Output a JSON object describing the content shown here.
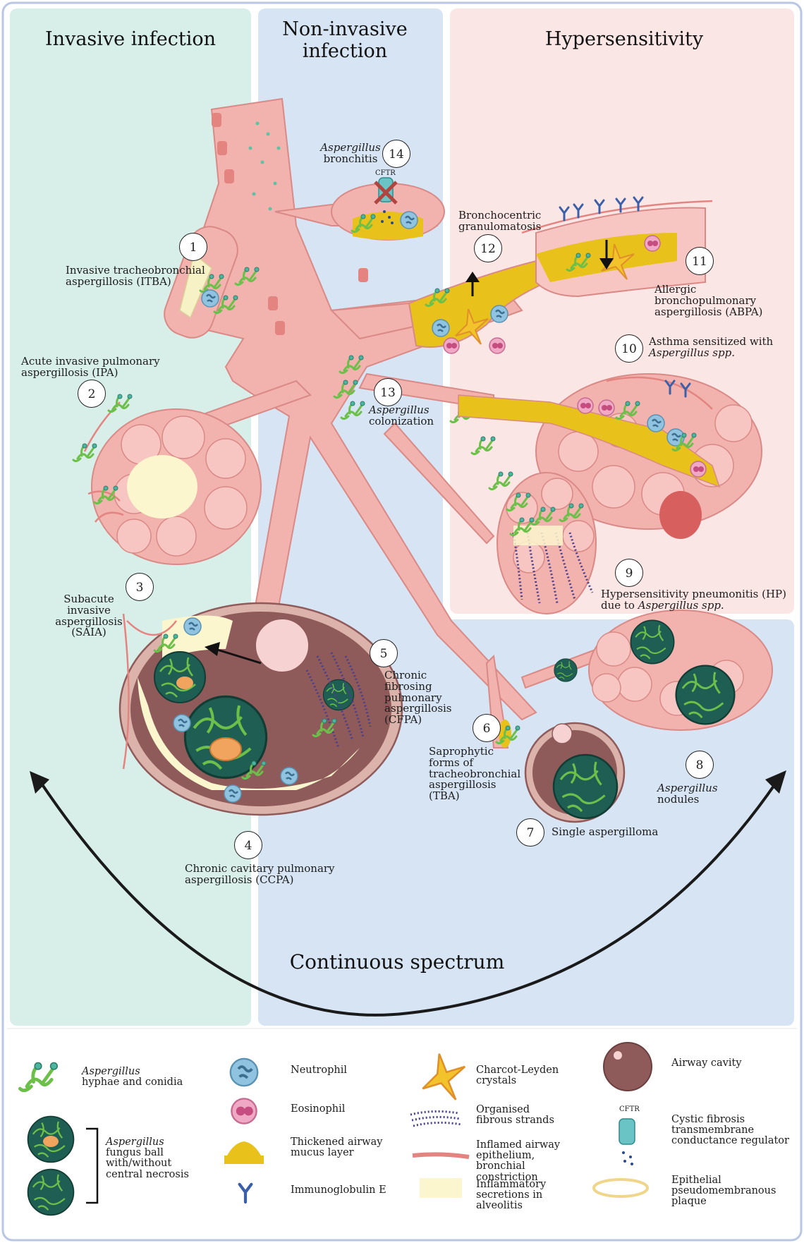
{
  "headers": {
    "invasive": "Invasive infection",
    "noninvasive": "Non-invasive infection",
    "hypersensitivity": "Hypersensitivity",
    "spectrum": "Continuous spectrum"
  },
  "conditions": [
    {
      "n": "1",
      "name": "Invasive tracheobronchial aspergillosis (ITBA)"
    },
    {
      "n": "2",
      "name": "Acute invasive pulmonary aspergillosis (IPA)"
    },
    {
      "n": "3",
      "name": "Subacute invasive aspergillosis (SAIA)"
    },
    {
      "n": "4",
      "name": "Chronic cavitary pulmonary aspergillosis (CCPA)"
    },
    {
      "n": "5",
      "name": "Chronic fibrosing pulmonary aspergillosis (CFPA)"
    },
    {
      "n": "6",
      "name": "Saprophytic forms of tracheobronchial aspergillosis (TBA)"
    },
    {
      "n": "7",
      "name": "Single aspergilloma"
    },
    {
      "n": "8",
      "name_italic": "Aspergillus",
      "name": " nodules"
    },
    {
      "n": "9",
      "name": "Hypersensitivity pneumonitis (HP) due to ",
      "name_italic": "Aspergillus spp."
    },
    {
      "n": "10",
      "name": "Asthma sensitized with ",
      "name_italic": "Aspergillus spp."
    },
    {
      "n": "11",
      "name": "Allergic bronchopulmonary aspergillosis (ABPA)"
    },
    {
      "n": "12",
      "name": "Bronchocentric granulomatosis"
    },
    {
      "n": "13",
      "name_italic": "Aspergillus",
      "name": " colonization"
    },
    {
      "n": "14",
      "name_italic": "Aspergillus",
      "name": " bronchitis"
    }
  ],
  "cftr_label": "CFTR",
  "legend": {
    "hyphae": {
      "italic": "Aspergillus",
      "text": "hyphae and conidia"
    },
    "fungus_ball": {
      "italic": "Aspergillus",
      "text": "fungus ball with/without central necrosis"
    },
    "neutrophil": "Neutrophil",
    "eosinophil": "Eosinophil",
    "mucus": "Thickened airway mucus layer",
    "ige": "Immunoglobulin E",
    "charcot": "Charcot-Leyden crystals",
    "fibrous": "Organised fibrous strands",
    "inflamed": "Inflamed airway epithelium, bronchial constriction",
    "secretions": "Inflammatory secretions in alveolitis",
    "cavity": "Airway cavity",
    "cftr_icon_label": "CFTR",
    "cftr": "Cystic fibrosis transmembrane conductance regulator",
    "plaque": "Epithelial pseudomembranous plaque"
  },
  "colors": {
    "invasive_bg": "#d8eee9",
    "noninvasive_bg": "#d6e4f3",
    "hyper_bg": "#fbe6e6",
    "airway": "#f2b2ae",
    "mucus": "#e8c21a",
    "hyphae": "#6cc04a",
    "fungus_ball": "#1f5e52",
    "neutrophil": "#8fc3df",
    "eosinophil": "#e991b3",
    "ige": "#3b5fa8",
    "fibrous": "#4a3e8e",
    "cavity": "#8e5a5a"
  }
}
